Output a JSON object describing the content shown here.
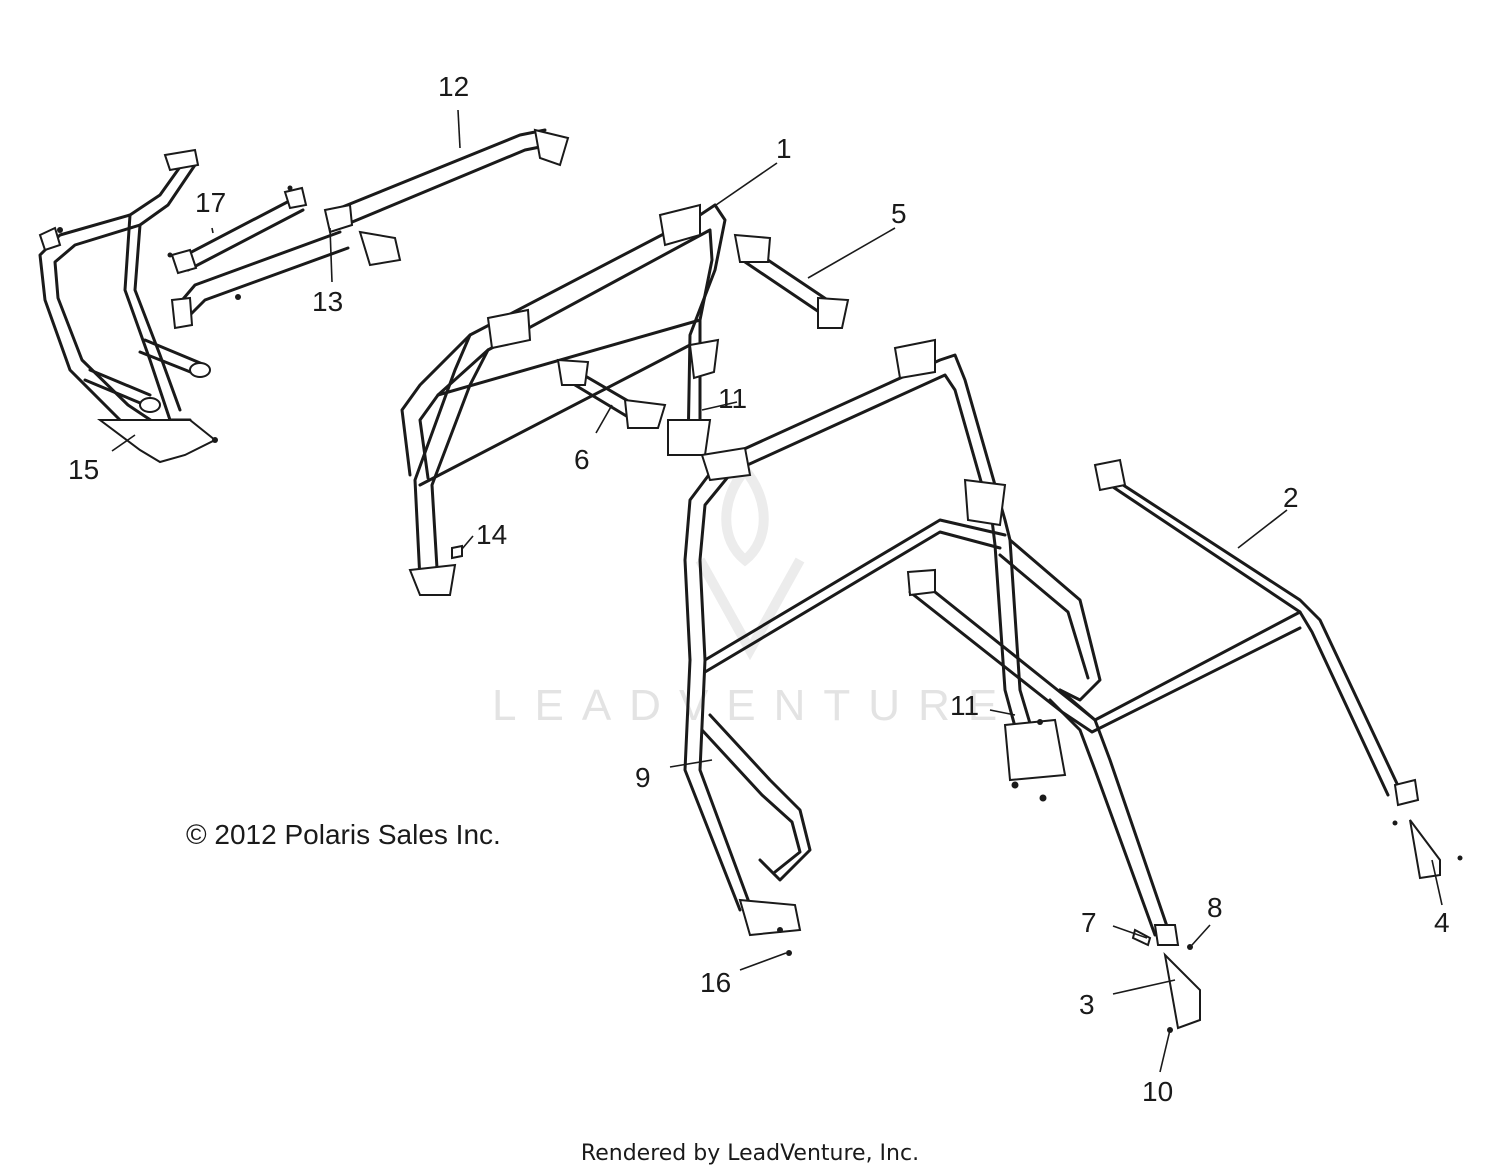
{
  "diagram": {
    "callouts": [
      "1",
      "2",
      "3",
      "4",
      "5",
      "6",
      "7",
      "8",
      "9",
      "10",
      "11",
      "11",
      "12",
      "13",
      "14",
      "15",
      "16",
      "17"
    ],
    "copyright": "© 2012 Polaris Sales Inc.",
    "watermark": "LEADVENTURE",
    "footer": "Rendered by LeadVenture, Inc."
  }
}
